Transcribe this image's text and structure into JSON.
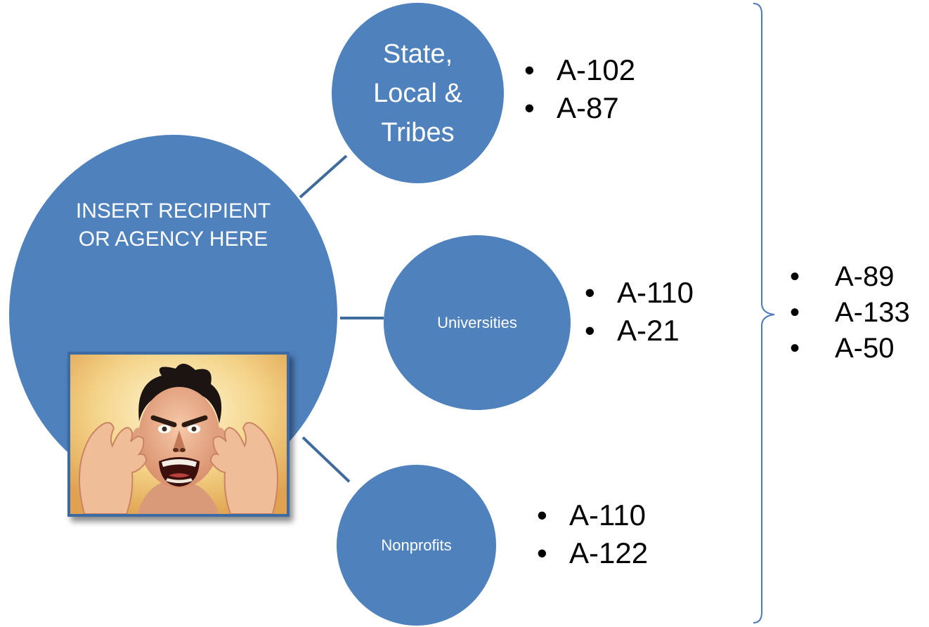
{
  "colors": {
    "circle_fill": "#4f81bd",
    "connector": "#3f6a9c",
    "brace": "#4a7ab8",
    "text_light": "#ffffff",
    "text_dark": "#000000"
  },
  "main": {
    "label": "INSERT RECIPIENT OR AGENCY HERE"
  },
  "photo": {
    "icon": "frustrated-man-photo"
  },
  "branches": [
    {
      "label": "State, Local & Tribes",
      "items": [
        "A-102",
        "A-87"
      ]
    },
    {
      "label": "Universities",
      "items": [
        "A-110",
        "A-21"
      ]
    },
    {
      "label": "Nonprofits",
      "items": [
        "A-110",
        "A-122"
      ]
    }
  ],
  "common": {
    "items": [
      "A-89",
      "A-133",
      "A-50"
    ]
  }
}
